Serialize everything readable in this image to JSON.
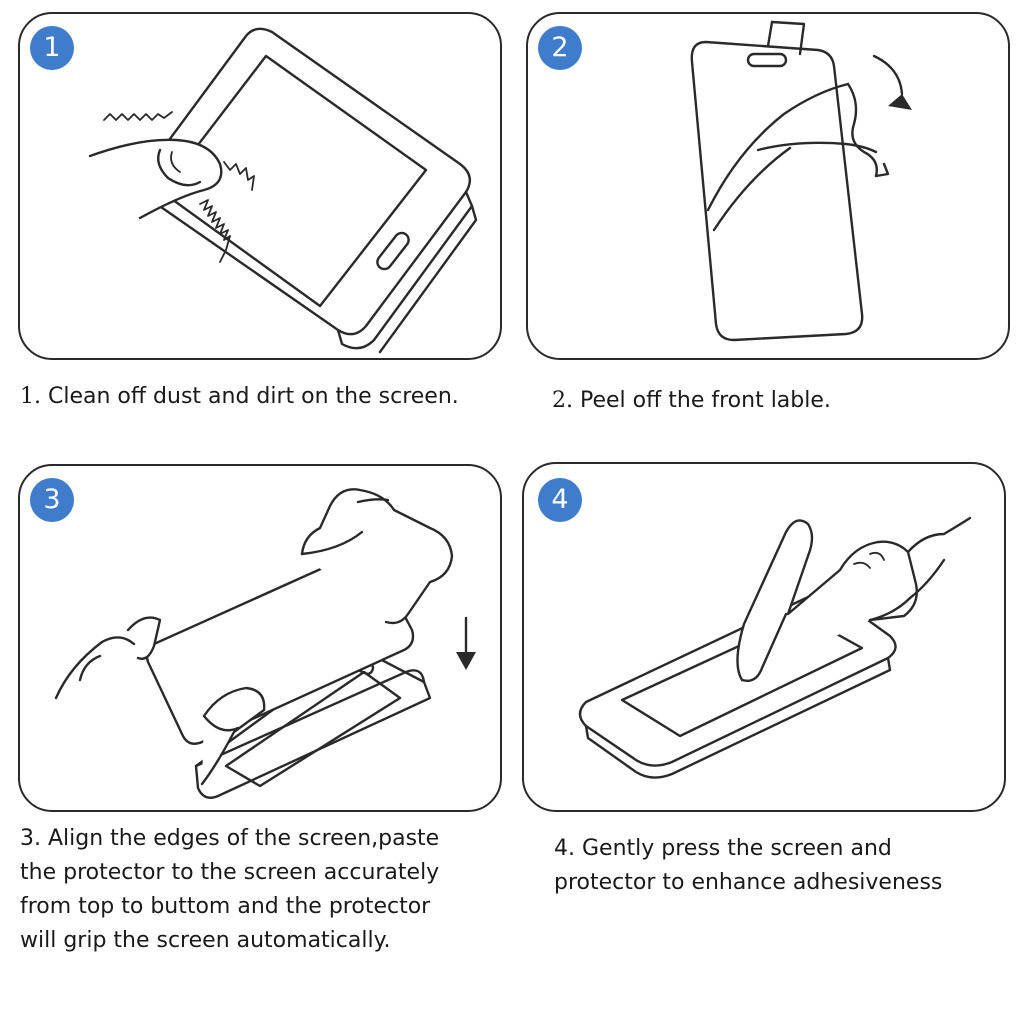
{
  "steps": [
    {
      "badge": "1",
      "caption_num": "1.",
      "caption_lines": [
        "Clean off dust and dirt on the screen."
      ]
    },
    {
      "badge": "2",
      "caption_num": "2.",
      "caption_lines": [
        "Peel off the front lable."
      ]
    },
    {
      "badge": "3",
      "caption_num": "",
      "caption_lines": [
        "3. Align the edges of the screen,paste",
        "the protector to the screen accurately",
        "from top to buttom and the protector",
        "will grip the screen automatically."
      ]
    },
    {
      "badge": "4",
      "caption_num": "",
      "caption_lines": [
        "4. Gently press the screen and",
        "protector to enhance adhesiveness"
      ]
    }
  ],
  "colors": {
    "badge": "#3f7ccb",
    "outline": "#2a2a2a"
  }
}
